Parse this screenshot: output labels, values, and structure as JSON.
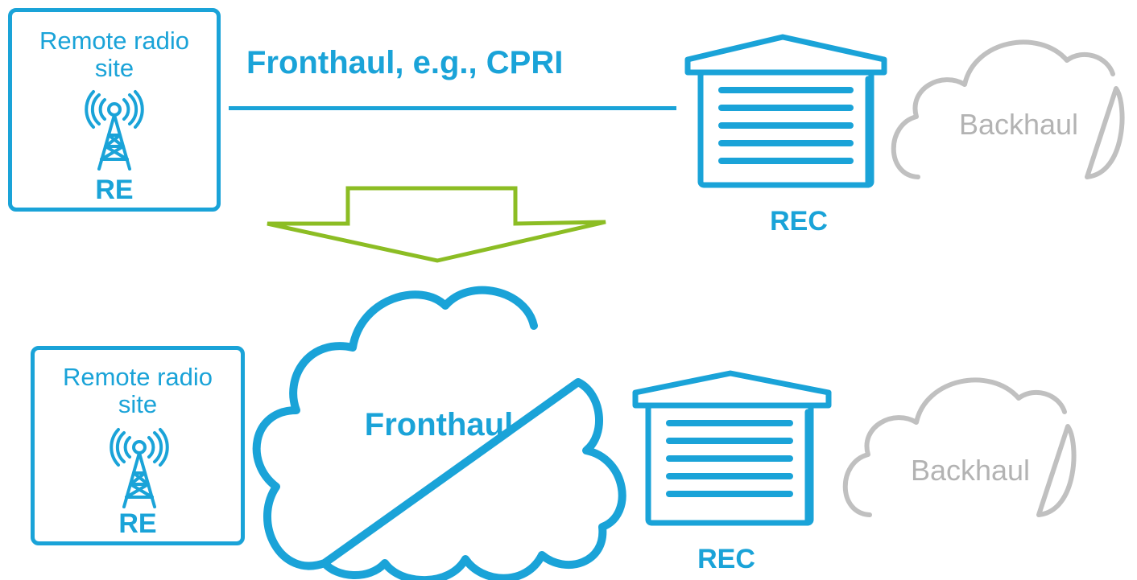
{
  "top": {
    "site_label_line1": "Remote radio",
    "site_label_line2": "site",
    "re_label": "RE",
    "link_label": "Fronthaul, e.g., CPRI",
    "rec_label": "REC",
    "backhaul_label": "Backhaul"
  },
  "bottom": {
    "site_label_line1": "Remote radio",
    "site_label_line2": "site",
    "re_label": "RE",
    "cloud_label": "Fronthaul",
    "rec_label": "REC",
    "backhaul_label": "Backhaul"
  },
  "colors": {
    "accent": "#1aa3d8",
    "arrow": "#8cbd24",
    "backhaul": "#b3b3b3"
  }
}
